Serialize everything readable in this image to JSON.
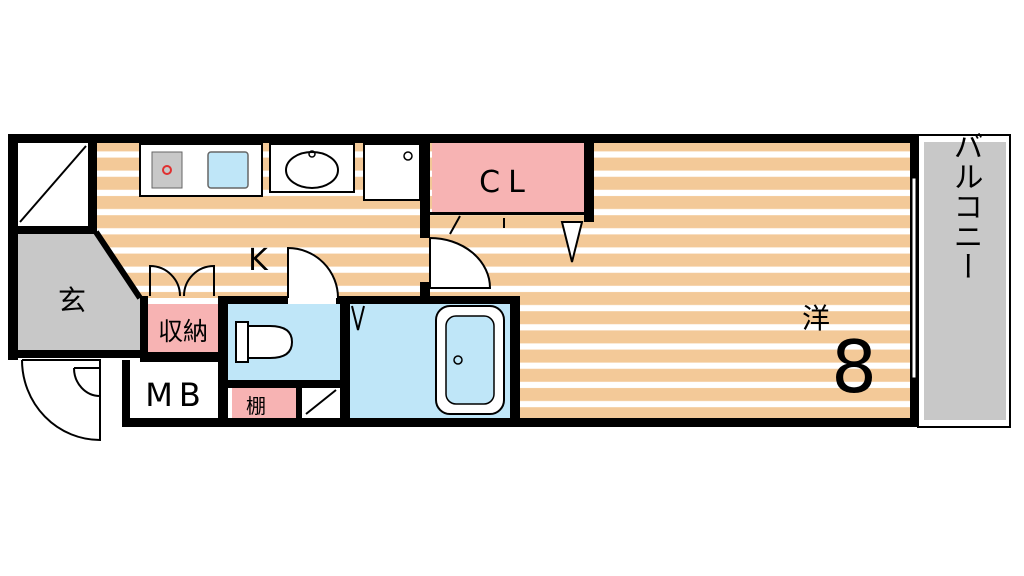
{
  "rooms": {
    "kitchen": "K",
    "entrance": "玄",
    "storage": "収納",
    "meter_box": "MB",
    "shelf": "棚",
    "closet": "CL",
    "western_room": "洋",
    "western_size": "8",
    "balcony": "バルコニー"
  },
  "colors": {
    "wood_stripe": "#f3c998",
    "wood_light": "#ffffff",
    "tile": "#bfe6f8",
    "closet": "#f7b3b3",
    "storage": "#f7b3b3",
    "entrance": "#c8c8c8",
    "balcony": "#c8c8c8",
    "wall": "#000000"
  }
}
